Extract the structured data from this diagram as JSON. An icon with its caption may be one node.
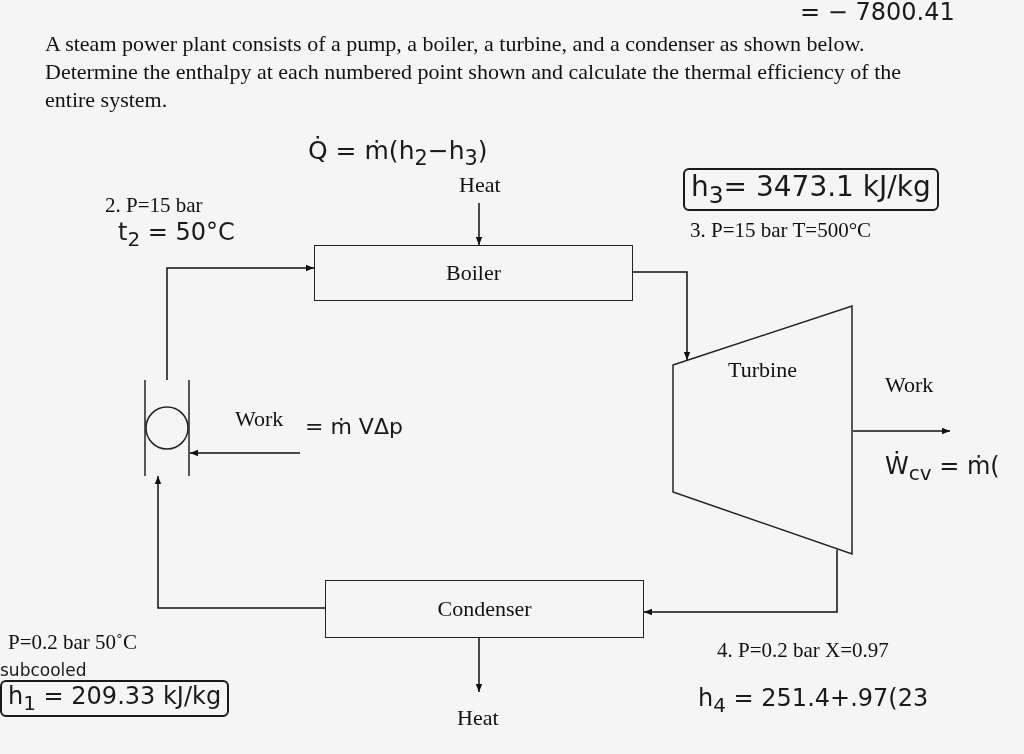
{
  "diagram": {
    "title": "A steam power plant consists of a pump, a boiler, a turbine, and a condenser as shown below. Determine the enthalpy at each numbered point shown and calculate the thermal efficiency of the entire system.",
    "nodes": [
      {
        "text": [
          "Boiler"
        ]
      },
      {
        "text": [
          "Turbine"
        ]
      },
      {
        "text": [
          "Condenser"
        ]
      },
      {
        "text": [],
        "shape": "circle"
      }
    ],
    "edges": [
      {
        "from": 3,
        "to": 0,
        "arrow": "to"
      },
      {
        "from": 0,
        "to": 1,
        "arrow": "to"
      },
      {
        "from": 1,
        "to": 2,
        "arrow": "to"
      },
      {
        "from": 2,
        "to": 3,
        "arrow": "to"
      },
      {
        "from": null,
        "to": 0,
        "arrow": "to",
        "label": "Heat"
      },
      {
        "from": 2,
        "to": null,
        "arrow": "to",
        "label": "Heat"
      },
      {
        "from": null,
        "to": 3,
        "arrow": "to",
        "label": "Work"
      },
      {
        "from": 1,
        "to": null,
        "arrow": "to",
        "label": "Work"
      }
    ],
    "labels": [
      "= − 7800.41",
      "Q̇ = ṁ(h$_{2}$−h$_{3}$)",
      "h$_{3}$= 3473.1 kJ/kg",
      "2. P=15 bar",
      "t$_{2}$ = 50°C",
      "3. P=15 bar T=500°C",
      "= ṁ VΔp",
      "Ẇ$_{cv}$ = ṁ(",
      "P=0.2 bar 50˚C",
      "subcooled",
      "h$_{1}$ = 209.33 kJ/kg",
      "4. P=0.2 bar X=0.97",
      "h$_{4}$ = 251.4+.97(23"
    ]
  }
}
